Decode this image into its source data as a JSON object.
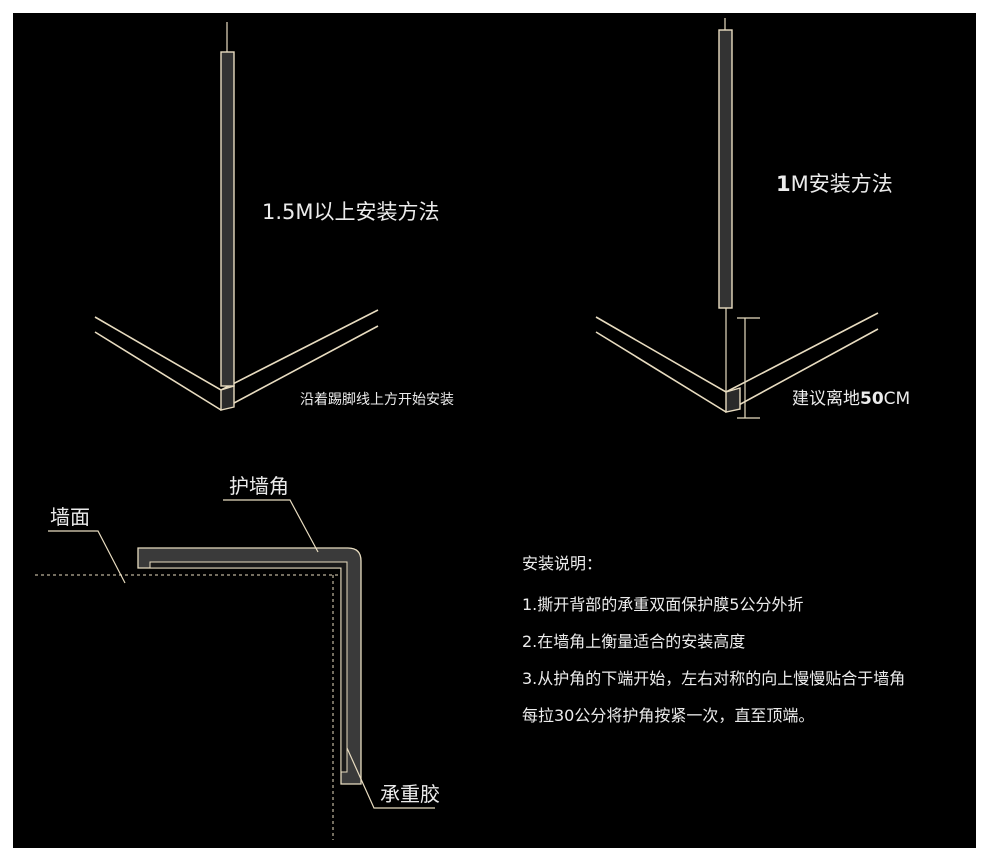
{
  "left_panel": {
    "title": "1.5M以上安装方法",
    "note": "沿着踢脚线上方开始安装"
  },
  "right_panel": {
    "title_bold": "1",
    "title_rest": "M安装方法",
    "height_label_prefix": "建议离地",
    "height_label_value": "50",
    "height_label_unit": "CM"
  },
  "cross_section": {
    "wall_label": "墙面",
    "guard_label": "护墙角",
    "glue_label": "承重胶"
  },
  "instructions": {
    "heading": "安装说明：",
    "steps": [
      "1.撕开背部的承重双面保护膜5公分外折",
      "2.在墙角上衡量适合的安装高度",
      "3.从护角的下端开始，左右对称的向上慢慢贴合于墙角",
      "每拉30公分将护角按紧一次，直至顶端。"
    ]
  },
  "colors": {
    "background": "#000000",
    "line": "#e8dcc0",
    "guard_fill": "#3a3a3a",
    "text": "#ececec"
  }
}
